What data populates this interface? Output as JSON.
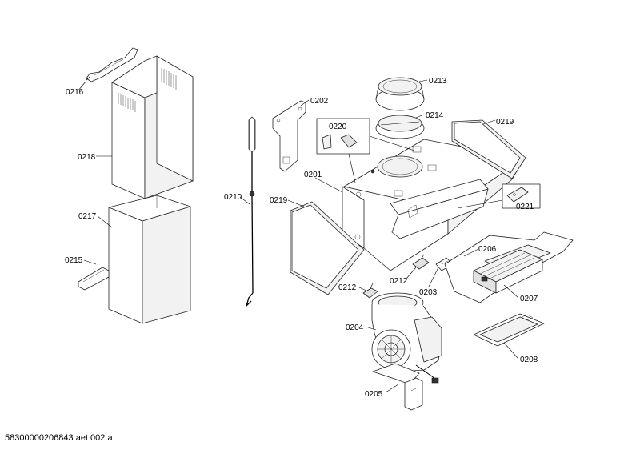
{
  "labels": {
    "p0216": "0216",
    "p0218": "0218",
    "p0217": "0217",
    "p0215": "0215",
    "p0210": "0210",
    "p0202": "0202",
    "p0220": "0220",
    "p0201": "0201",
    "p0219a": "0219",
    "p0219b": "0219",
    "p0213": "0213",
    "p0214": "0214",
    "p0221": "0221",
    "p0206": "0206",
    "p0207": "0207",
    "p0212a": "0212",
    "p0212b": "0212",
    "p0203": "0203",
    "p0204": "0204",
    "p0205": "0205",
    "p0208": "0208"
  },
  "footer": "58300000206843 aet 002 a"
}
